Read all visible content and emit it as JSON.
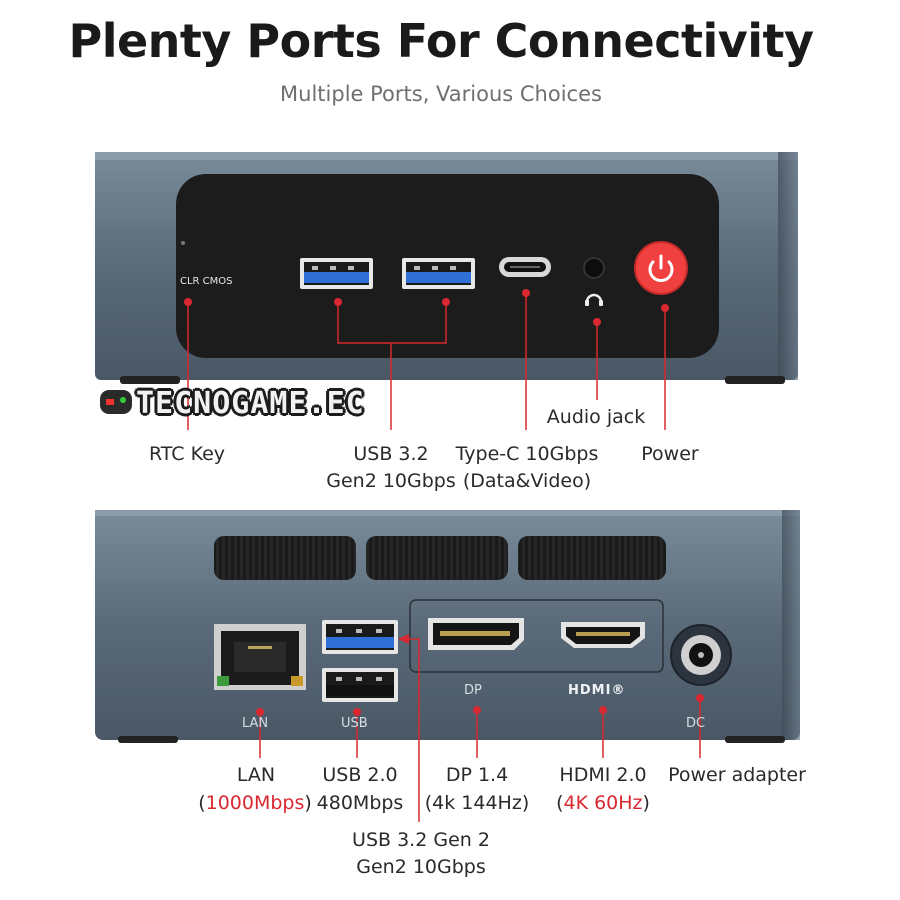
{
  "header": {
    "title": "Plenty Ports For Connectivity",
    "subtitle": "Multiple Ports, Various Choices"
  },
  "front_panel": {
    "device_label": "CLR CMOS",
    "labels": {
      "rtc_key": "RTC Key",
      "usb32_line1": "USB 3.2",
      "usb32_line2": "Gen2 10Gbps",
      "typec_line1": "Type-C 10Gbps",
      "typec_line2": "(Data&Video)",
      "audio_jack": "Audio jack",
      "power": "Power"
    }
  },
  "watermark": "TECNOGAME.EC",
  "rear_panel": {
    "device_labels": {
      "lan": "LAN",
      "usb": "USB",
      "dp": "DP",
      "hdmi": "HDMI®",
      "dc": "DC"
    },
    "labels": {
      "lan_line1": "LAN",
      "lan_open": "(",
      "lan_speed": "1000Mbps",
      "lan_close": ")",
      "usb20_line1": "USB 2.0",
      "usb20_line2": "480Mbps",
      "dp_line1": "DP 1.4",
      "dp_line2": "(4k 144Hz)",
      "hdmi_line1": "HDMI 2.0",
      "hdmi_open": "(",
      "hdmi_speed": "4K 60Hz",
      "hdmi_close": ")",
      "power_adapter": "Power adapter",
      "usb32gen2_line1": "USB 3.2 Gen 2",
      "usb32gen2_line2": "Gen2 10Gbps"
    }
  },
  "colors": {
    "accent": "#d9282f",
    "chassis": "#5b6b79",
    "panel": "#1c1c1c",
    "usb3_blue": "#2f6fd6",
    "power_button": "#f04040"
  }
}
